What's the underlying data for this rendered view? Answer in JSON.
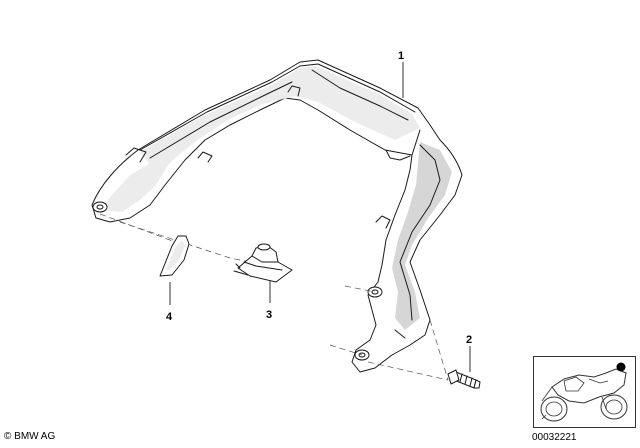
{
  "callouts": [
    {
      "id": "1",
      "label": "1",
      "part": "grab-handle"
    },
    {
      "id": "2",
      "label": "2",
      "part": "screw"
    },
    {
      "id": "3",
      "label": "3",
      "part": "clip-nut"
    },
    {
      "id": "4",
      "label": "4",
      "part": "pad"
    }
  ],
  "footer": {
    "copyright": "© BMW AG",
    "drawing_number": "00032221"
  },
  "thumbnail": {
    "highlight_color": "#000000"
  }
}
